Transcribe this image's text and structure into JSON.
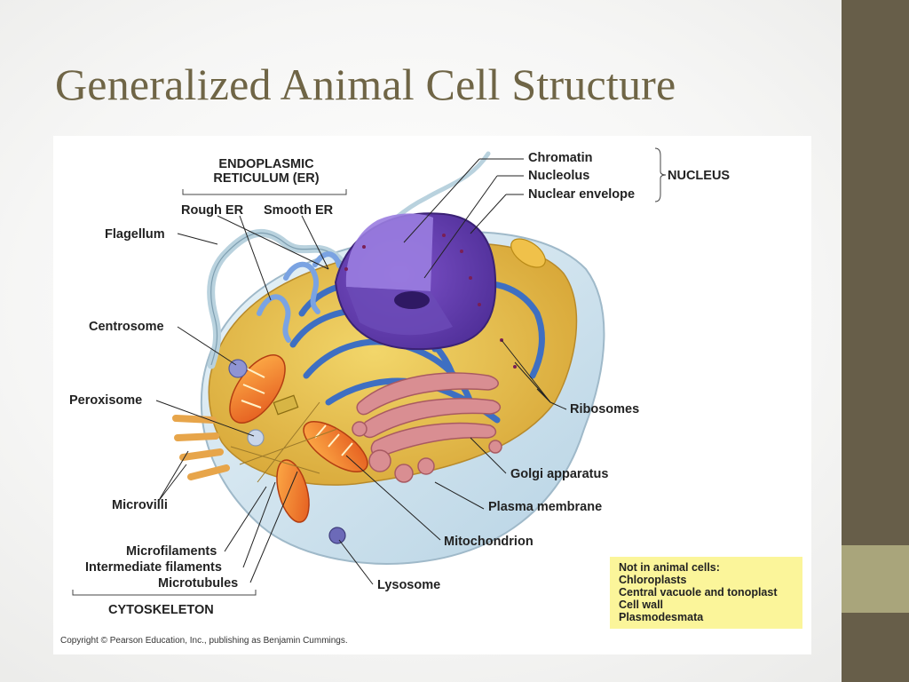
{
  "slide": {
    "title": "Generalized Animal Cell Structure",
    "colors": {
      "sidebar": "#675e49",
      "sidebar_accent": "#a9a57b",
      "title": "#6f6546"
    }
  },
  "diagram": {
    "labels": {
      "er_group": "ENDOPLASMIC\nRETICULUM (ER)",
      "rough_er": "Rough ER",
      "smooth_er": "Smooth ER",
      "flagellum": "Flagellum",
      "centrosome": "Centrosome",
      "peroxisome": "Peroxisome",
      "microvilli": "Microvilli",
      "microfilaments": "Microfilaments",
      "intermediate_filaments": "Intermediate filaments",
      "microtubules": "Microtubules",
      "cytoskeleton": "CYTOSKELETON",
      "chromatin": "Chromatin",
      "nucleolus": "Nucleolus",
      "nuclear_envelope": "Nuclear envelope",
      "nucleus": "NUCLEUS",
      "ribosomes": "Ribosomes",
      "golgi": "Golgi apparatus",
      "plasma_membrane": "Plasma membrane",
      "mitochondrion": "Mitochondrion",
      "lysosome": "Lysosome"
    },
    "note": {
      "heading": "Not in animal cells:",
      "items": [
        "Chloroplasts",
        "Central vacuole and tonoplast",
        "Cell wall",
        "Plasmodesmata"
      ]
    },
    "copyright": "Copyright © Pearson Education, Inc., publishing as Benjamin Cummings."
  }
}
